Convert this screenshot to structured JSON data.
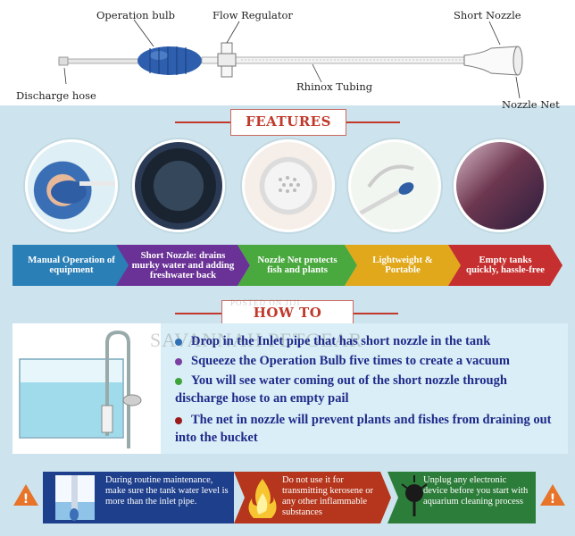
{
  "diagram": {
    "labels": {
      "operation_bulb": "Operation bulb",
      "flow_regulator": "Flow Regulator",
      "short_nozzle": "Short Nozzle",
      "discharge_hose": "Discharge hose",
      "rhinox_tubing": "Rhinox Tubing",
      "nozzle_net": "Nozzle Net"
    }
  },
  "features": {
    "title": "FEATURES",
    "items": [
      {
        "text": "Manual Operation of equipment",
        "color": "#2a7fb7"
      },
      {
        "text": "Short Nozzle: drains murky water and adding freshwater back",
        "color": "#6a3296"
      },
      {
        "text": "Nozzle Net protects fish and plants",
        "color": "#49a83e"
      },
      {
        "text": "Lightweight & Portable",
        "color": "#e0a81a"
      },
      {
        "text": "Empty tanks quickly, hassle-free",
        "color": "#c62f2f"
      }
    ]
  },
  "operate": {
    "title": "HOW TO OPERATE",
    "watermark_small": "POSTED ON JIJI",
    "watermark_large": "SAVANNAH PETGEAR",
    "steps": [
      {
        "text": "Drop in the Inlet pipe that has short nozzle in the tank",
        "color": "#2f6fb3"
      },
      {
        "text": "Squeeze the Operation Bulb five times to create a vacuum",
        "color": "#7b3fa0"
      },
      {
        "text": "You will see water coming out of the short nozzle through discharge hose to an empty pail",
        "color": "#3fa33c"
      },
      {
        "text": "The net in nozzle will prevent plants and fishes from draining out into the bucket",
        "color": "#9b1b1b"
      }
    ]
  },
  "warnings": [
    {
      "text": "During routine maintenance, make sure the tank water level is more than the inlet pipe.",
      "color": "#1e3f8c"
    },
    {
      "text": "Do not use it for transmitting kerosene or any other inflammable substances",
      "color": "#b5361c"
    },
    {
      "text": "Unplug any electronic device before you start with aquarium cleaning process",
      "color": "#2d7d3a"
    }
  ]
}
